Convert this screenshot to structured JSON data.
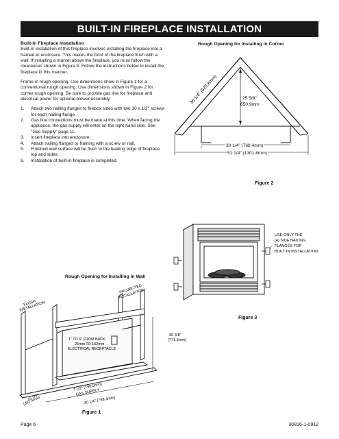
{
  "page_title": "BUILT-IN FIREPLACE INSTALLATION",
  "section": {
    "heading": "Built-In Fireplace Installation",
    "intro": "Built-in installation of this fireplace involves installing the fireplace into a framed-in enclosure. This makes the front of the fireplace flush with a wall. If installing a mantel above the fireplace, you must follow the clearances shown in Figure 9. Follow the instructions below to install the fireplace in this manner.",
    "frame_text": "Frame in rough opening. Use dimensions show in Figure 1 for a conventional rough opening. Use dimensions shown in Figure 2 for corner rough opening. Be sure to provide gas line for fireplace and electrical power for optional blower assembly.",
    "steps": [
      {
        "num": "1.",
        "text": "Attach two nailing flanges to firebox sides with two 10 x 1/2\" screws for each nailing flange."
      },
      {
        "num": "2.",
        "text": "Gas line connections must be made at this time. When facing the appliance, the gas supply will enter on the right-hand side. See \"Gas Supply\" page 11."
      },
      {
        "num": "3.",
        "text": "Insert fireplace into enclosure."
      },
      {
        "num": "4.",
        "text": "Attach nailing flanges to framing with a screw or nail."
      },
      {
        "num": "5.",
        "text": "Finished wall surface will be flush to the leading edge of fireplace top and sides."
      },
      {
        "num": "6.",
        "text": "Installation of built-in fireplace is completed."
      }
    ]
  },
  "figure2": {
    "title": "Rough Opening for Installing in Corner",
    "dim_diagonal": "36 1/4\" (920.8mm)",
    "dim_depth_1": "25 5/8\"",
    "dim_depth_2": "650.9mm",
    "dim_inner_width": "30 1/4\" (768.4mm)",
    "dim_outer_width": "51 1/4\" (1301.8mm)",
    "label": "Figure 2"
  },
  "figure3": {
    "note_lines": [
      "USE ONLY THE",
      "(4) SIDE NAILING",
      "FLANGES FOR",
      "BUILT-IN INSTALLATION"
    ],
    "label": "Figure 3"
  },
  "figure1": {
    "title": "Rough Opening for Installing in Wall",
    "flush_1": "FLUSH",
    "flush_2": "INSTALLATION",
    "projected_1": "PROJECTED",
    "projected_2": "INSTALLATION",
    "recept_1": "1\" TO 6\" FROM BACK",
    "recept_2": "25mm TO 152mm",
    "recept_3": "ELECTRICAL RECEPTACLE",
    "height_1": "30 3/8\"",
    "height_2": "(771.6mm)",
    "gas_1": "7 1/2\" (190.5mm)",
    "gas_2": "GAS SUPPLY",
    "depth_1": "15 1/4\"",
    "depth_2": "(387.4mm)",
    "width": "30 1/4\" (768.4mm)",
    "label": "Figure 1"
  },
  "footer": {
    "page": "Page 6",
    "code": "30816-1-0912"
  }
}
